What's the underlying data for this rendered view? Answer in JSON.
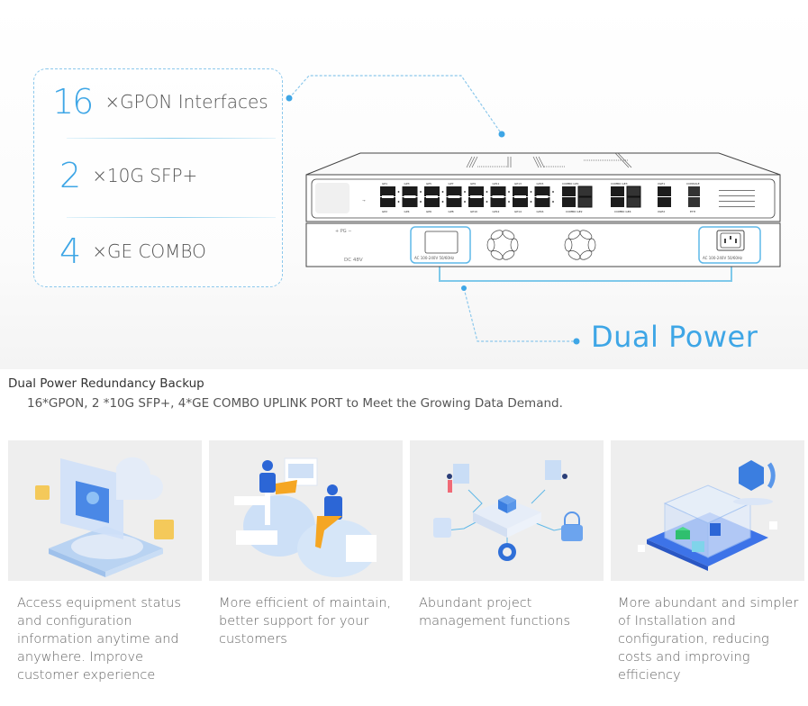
{
  "specs": [
    {
      "number": "16",
      "label": "×GPON Interfaces"
    },
    {
      "number": "2",
      "label": "×10G SFP+"
    },
    {
      "number": "4",
      "label": "×GE COMBO"
    }
  ],
  "callout": {
    "label": "Dual Power"
  },
  "device": {
    "psu_left_label": "AC 100-240V 50/60Hz",
    "psu_right_label": "AC 100-240V 50/60Hz",
    "dc_label": "DC 48V",
    "pg_label": "+ PG −",
    "gpon_ports_top": [
      "GP1",
      "GP3",
      "GP5",
      "GP7",
      "GP9",
      "GP11",
      "GP13",
      "GP15"
    ],
    "gpon_ports_bottom": [
      "GP2",
      "GP4",
      "GP6",
      "GP8",
      "GP10",
      "GP12",
      "GP14",
      "GP16"
    ],
    "combo_labels": [
      "COMBO GE1",
      "COMBO GE2",
      "COMBO GE3",
      "COMBO GE4"
    ],
    "xge_labels": [
      "XGE1",
      "XGE2"
    ],
    "console_labels": [
      "CONSOLE",
      "ETH"
    ]
  },
  "section": {
    "title": "Dual Power Redundancy Backup",
    "subtitle": "16*GPON, 2 *10G SFP+, 4*GE COMBO UPLINK PORT to Meet the Growing Data Demand."
  },
  "features": [
    {
      "icon": "monitor-live-illustration",
      "text": "Access equipment status and configuration information anytime and anywhere. Improve customer experience"
    },
    {
      "icon": "team-collaboration-illustration",
      "text": "More efficient of maintain, better support for your customers"
    },
    {
      "icon": "network-hub-illustration",
      "text": "Abundant project management functions"
    },
    {
      "icon": "installation-config-illustration",
      "text": "More abundant and simpler of Installation and configuration, reducing costs and improving efficiency"
    }
  ],
  "colors": {
    "accent": "#3ea6e6",
    "line": "#8cc8ec",
    "card_bg": "#eeeeee"
  }
}
